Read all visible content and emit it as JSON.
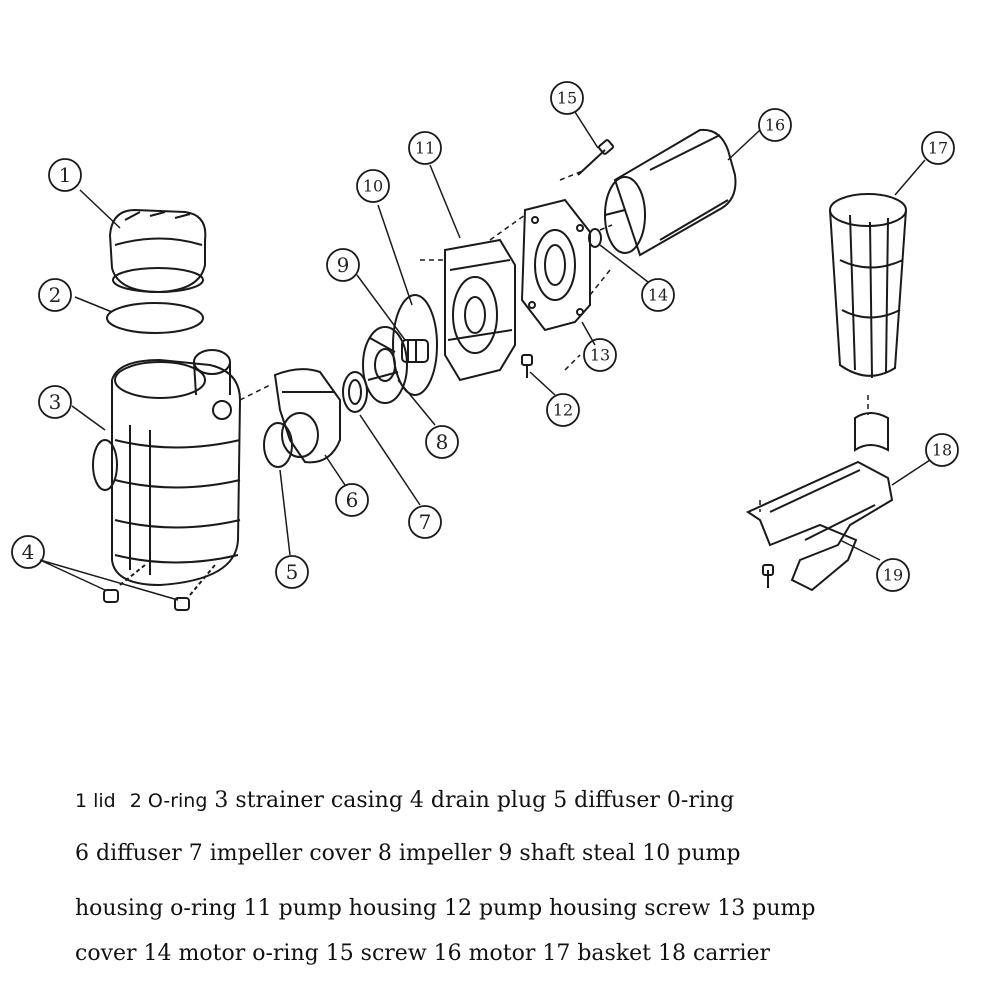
{
  "callouts": [
    {
      "num": "1"
    },
    {
      "num": "2"
    },
    {
      "num": "3"
    },
    {
      "num": "4"
    },
    {
      "num": "5"
    },
    {
      "num": "6"
    },
    {
      "num": "7"
    },
    {
      "num": "8"
    },
    {
      "num": "9"
    },
    {
      "num": "10"
    },
    {
      "num": "11"
    },
    {
      "num": "12"
    },
    {
      "num": "13"
    },
    {
      "num": "14"
    },
    {
      "num": "15"
    },
    {
      "num": "16"
    },
    {
      "num": "17"
    },
    {
      "num": "18"
    },
    {
      "num": "19"
    }
  ],
  "legend": {
    "line1": {
      "a": "1 lid",
      "b": "2 O-ring",
      "c": "3 strainer casing 4 drain plug 5 diffuser 0-ring"
    },
    "line2": "6 diffuser 7 impeller cover 8 impeller 9 shaft steal 10 pump",
    "line3": "housing o-ring 11 pump housing 12 pump housing screw 13 pump",
    "line4": "cover 14 motor o-ring 15 screw 16 motor 17 basket 18 carrier"
  }
}
